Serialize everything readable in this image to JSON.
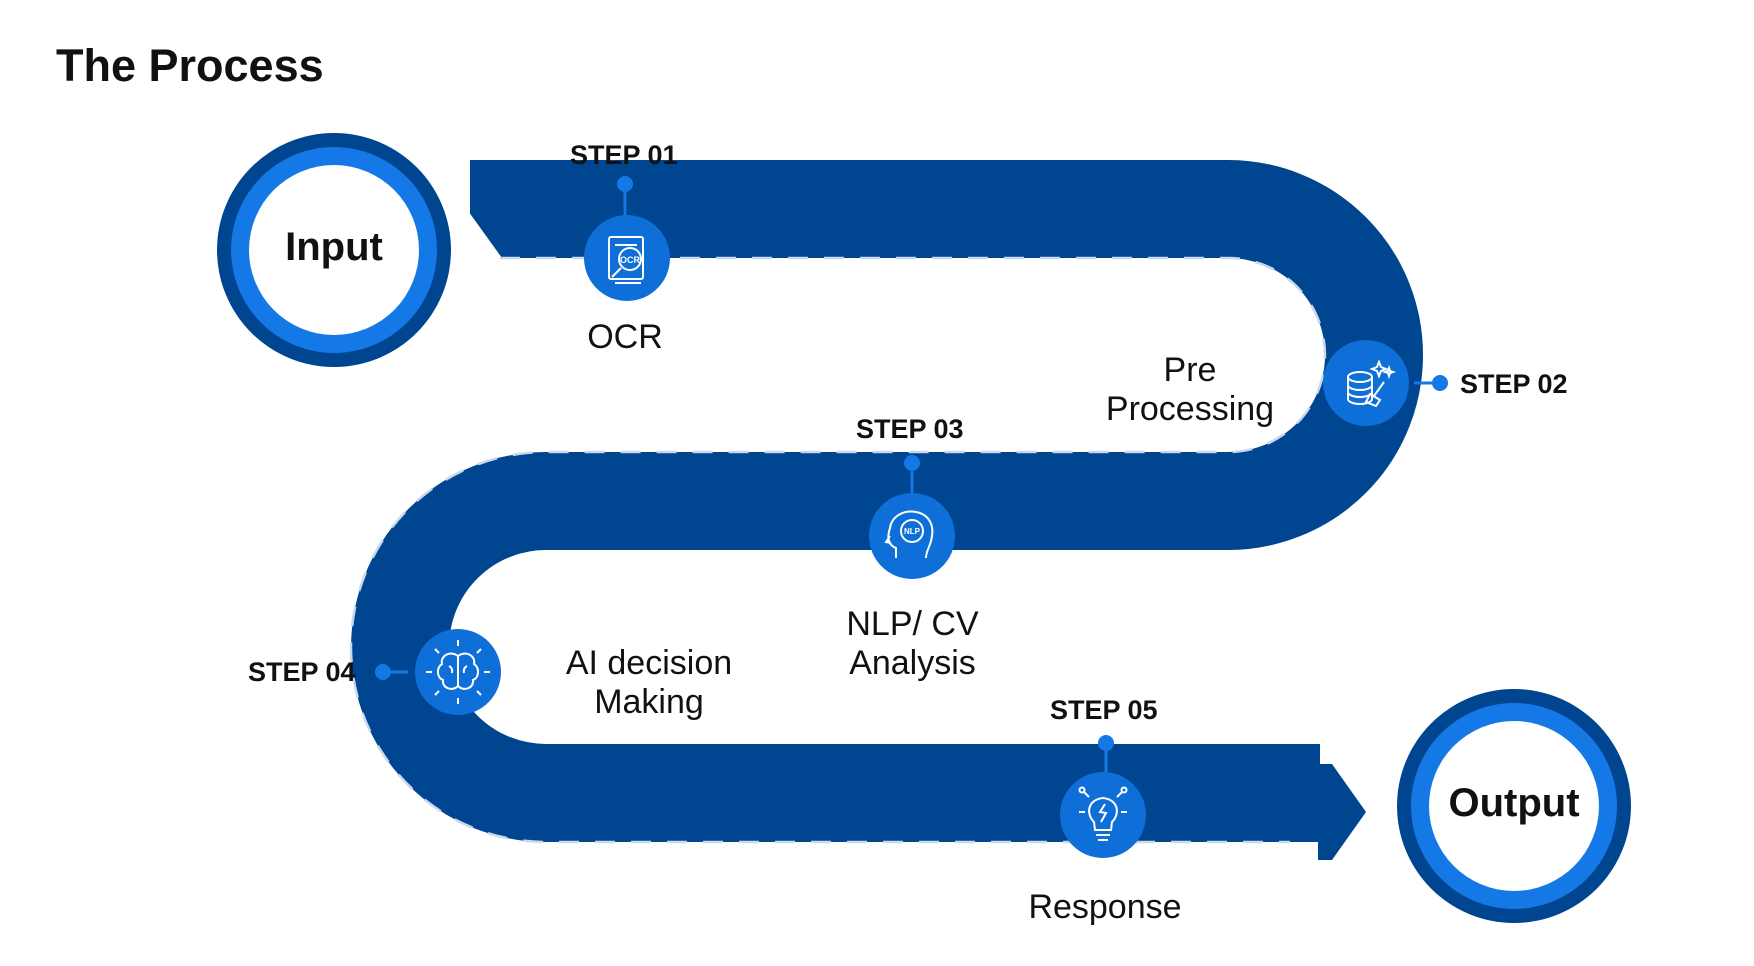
{
  "title": "The Process",
  "start": {
    "label": "Input"
  },
  "end": {
    "label": "Output"
  },
  "steps": [
    {
      "tag": "STEP 01",
      "name": "OCR",
      "icon": "ocr-document-icon"
    },
    {
      "tag": "STEP 02",
      "name": "Pre\nProcessing",
      "icon": "database-cleaning-icon"
    },
    {
      "tag": "STEP 03",
      "name": "NLP/ CV\nAnalysis",
      "icon": "nlp-head-icon"
    },
    {
      "tag": "STEP 04",
      "name": "AI decision\nMaking",
      "icon": "brain-icon"
    },
    {
      "tag": "STEP 05",
      "name": "Response",
      "icon": "lightbulb-icon"
    }
  ],
  "colors": {
    "road": "#004590",
    "node": "#0f6fd8",
    "ring_outer": "#004590",
    "ring_inner": "#1478e6",
    "connector": "#1478e6",
    "dash": "#c8d8ee"
  }
}
